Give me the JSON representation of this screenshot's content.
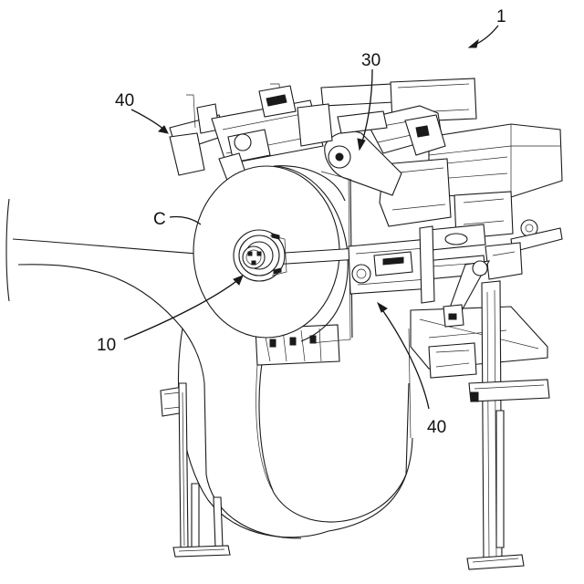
{
  "labels": {
    "apparatus": "1",
    "turret_arm": "30",
    "holder_upper": "40",
    "holder_lower": "40",
    "roll": "C",
    "shaft": "10"
  }
}
